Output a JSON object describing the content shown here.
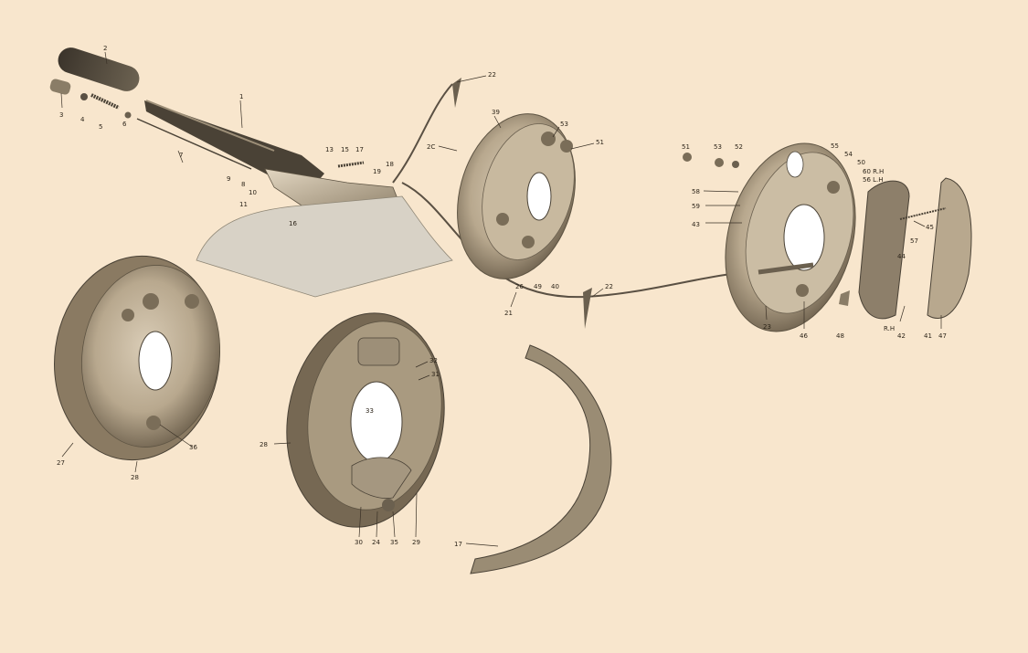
{
  "diagram": {
    "labels": [
      "1",
      "2",
      "3",
      "4",
      "5",
      "6",
      "7",
      "8",
      "9",
      "10",
      "11",
      "13",
      "15",
      "16",
      "17",
      "18",
      "19",
      "22",
      "2C",
      "39",
      "53",
      "51",
      "21",
      "26",
      "49",
      "40",
      "22",
      "51",
      "53",
      "52",
      "55",
      "54",
      "50",
      "60 R.H",
      "56 L.H",
      "58",
      "59",
      "43",
      "45",
      "44",
      "57",
      "23",
      "46",
      "48",
      "42",
      "41",
      "47",
      "R.H",
      "27",
      "28",
      "36",
      "33",
      "32",
      "31",
      "28",
      "30",
      "24",
      "35",
      "29",
      "17"
    ]
  }
}
